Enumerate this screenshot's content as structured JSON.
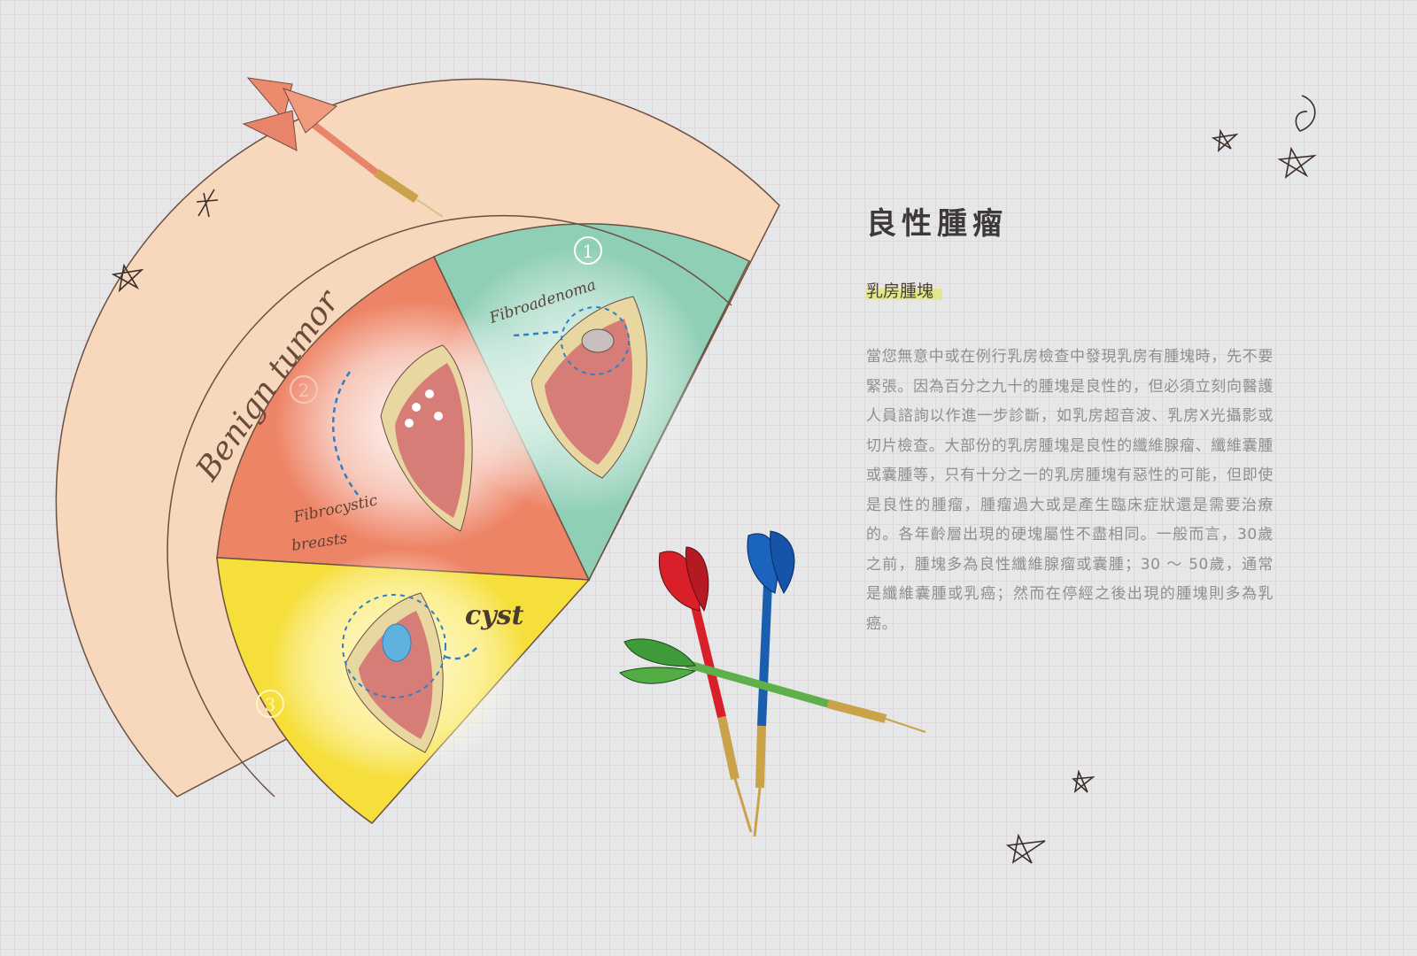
{
  "title": "良性腫瘤",
  "subtitle": "乳房腫塊",
  "body": "當您無意中或在例行乳房檢查中發現乳房有腫塊時，先不要緊張。因為百分之九十的腫塊是良性的，但必須立刻向醫護人員諮詢以作進一步診斷，如乳房超音波、乳房X光攝影或切片檢查。大部份的乳房腫塊是良性的纖維腺瘤、纖維囊腫或囊腫等，只有十分之一的乳房腫塊有惡性的可能，但即使是良性的腫瘤，腫瘤過大或是產生臨床症狀還是需要治療的。各年齡層出現的硬塊屬性不盡相同。一般而言，30歲之前，腫塊多為良性纖維腺瘤或囊腫；30 ～ 50歲，通常是纖維囊腫或乳癌；然而在停經之後出現的腫塊則多為乳癌。",
  "illustration": {
    "ring_label": "Benign tumor",
    "segments": [
      {
        "number": "1",
        "label": "Fibroadenoma"
      },
      {
        "number": "2",
        "label_line1": "Fibrocystic",
        "label_line2": "breasts"
      },
      {
        "number": "3",
        "label": "cyst"
      }
    ]
  },
  "colors": {
    "outer_ring": "#f7d8bd",
    "segment_1": "#8fcfb6",
    "segment_2": "#ee8466",
    "segment_3": "#f6df3a",
    "tissue": "#d77d78",
    "subtitle_highlight": "#e2e78e"
  },
  "icons": [
    "dart-icon",
    "star-icon"
  ]
}
